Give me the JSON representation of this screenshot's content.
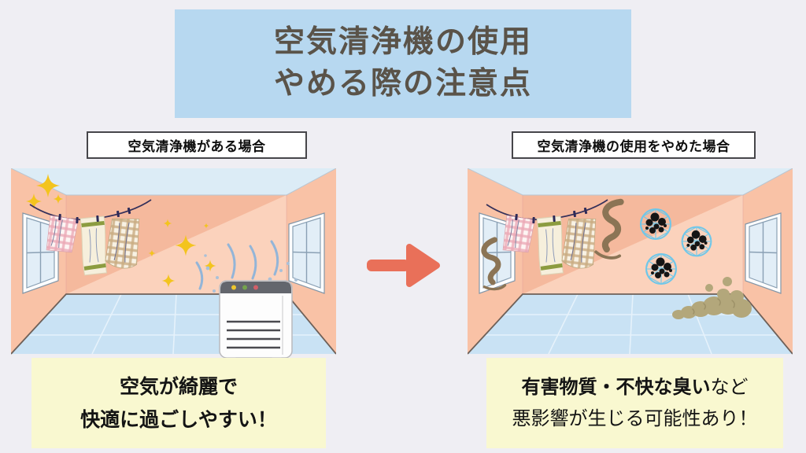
{
  "title": {
    "line1": "空気清浄機の使用",
    "line2": "やめる際の注意点"
  },
  "left_panel": {
    "label": "空気清浄機がある場合",
    "caption": {
      "line1": "空気が綺麗で",
      "line2": "快適に過ごしやすい！"
    },
    "icons": [
      "sparkle-icon",
      "laundry-clothesline-icon",
      "window-icon",
      "air-purifier-icon",
      "airflow-icon"
    ]
  },
  "right_panel": {
    "label": "空気清浄機の使用をやめた場合",
    "caption": {
      "line1_bold": "有害物質・不快な臭い",
      "line1_rest": "など",
      "line2": "悪影響が生じる可能性あり！"
    },
    "icons": [
      "odor-icon",
      "laundry-clothesline-icon",
      "window-icon",
      "virus-icon",
      "dust-cloud-icon"
    ]
  },
  "arrow": {
    "direction": "right",
    "color": "#e97059"
  },
  "colors": {
    "background": "#efeef3",
    "title_bg": "#b7d8f0",
    "title_text": "#5a5349",
    "label_border": "#46464a",
    "caption_bg": "#f9f8d0",
    "wall_side": "#f9c2a6",
    "wall_back": "#f5b99d",
    "wall_back_light": "#fbd2bc",
    "ceiling": "#dcecf6",
    "floor": "#c9e2f4",
    "sparkle": "#f3c41e",
    "airflow": "#93b5d8",
    "virus_ring": "#6fc7e9",
    "virus_blob": "#151515",
    "odor": "#8b7455",
    "dust": "#b3a77b"
  }
}
